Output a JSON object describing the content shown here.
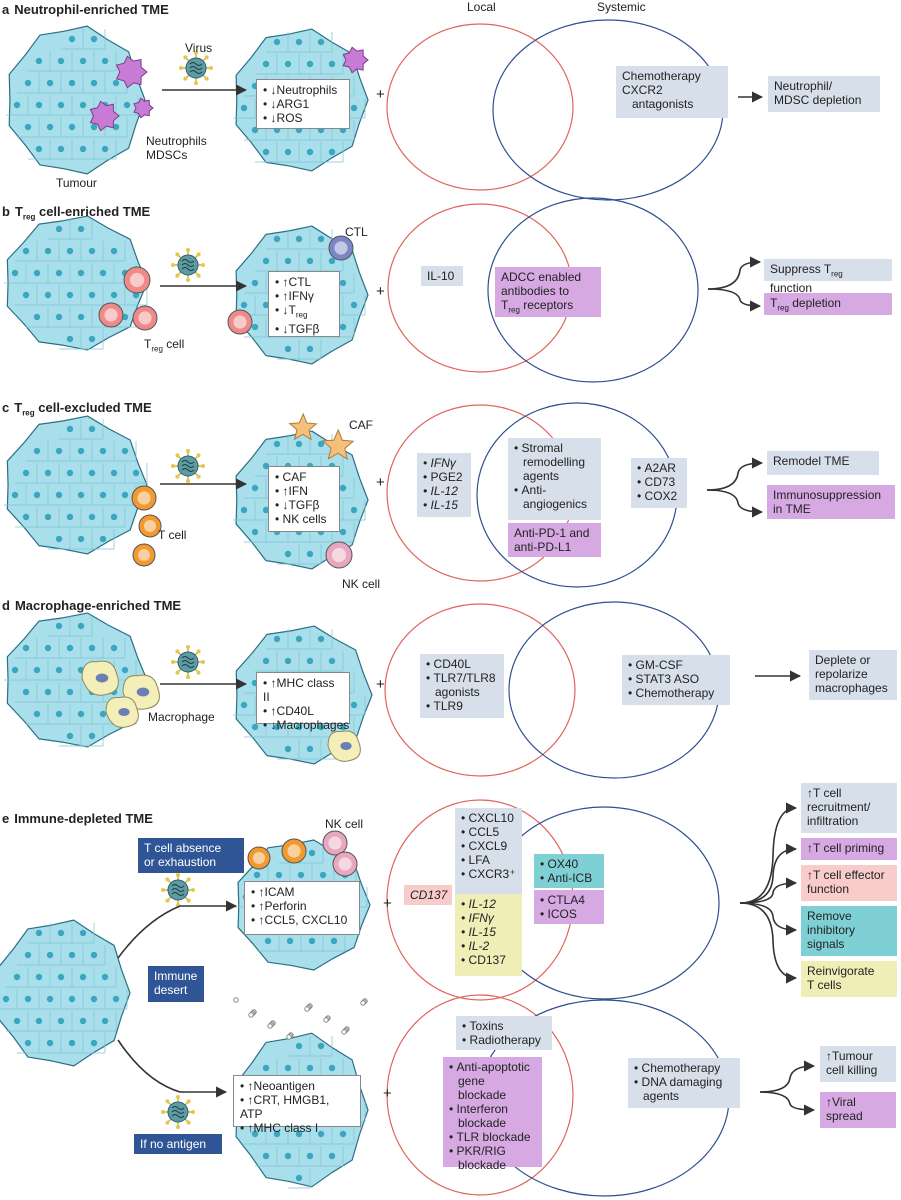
{
  "venn_headers": {
    "local": "Local",
    "systemic": "Systemic"
  },
  "plus": "+",
  "panel_a": {
    "letter": "a",
    "title": "Neutrophil-enriched TME",
    "labels": {
      "virus": "Virus",
      "neutrophils": "Neutrophils",
      "mdscs": "MDSCs",
      "tumour": "Tumour"
    },
    "effects": [
      "↓Neutrophils",
      "↓ARG1",
      "↓ROS"
    ],
    "systemic": [
      "Chemotherapy",
      "CXCR2",
      "antagonists"
    ],
    "outcome": [
      "Neutrophil/",
      "MDSC depletion"
    ]
  },
  "panel_b": {
    "letter": "b",
    "title_main": "T",
    "title_sub": "reg",
    "title_rest": " cell-enriched TME",
    "labels": {
      "ctl": "CTL",
      "treg_t": "T",
      "treg_sub": "reg",
      "treg_rest": " cell"
    },
    "effects": [
      {
        "t": "↑CTL"
      },
      {
        "t": "↑IFNγ"
      },
      {
        "t": "↓T",
        "sub": "reg"
      },
      {
        "t": "↓TGFβ"
      }
    ],
    "local": "IL-10",
    "overlap": [
      "ADCC enabled",
      "antibodies to",
      "T",
      "reg",
      " receptors"
    ],
    "outcomes": [
      {
        "pre": "Suppress T",
        "sub": "reg",
        "post": " function",
        "color": "blue"
      },
      {
        "pre": "T",
        "sub": "reg",
        "post": " depletion",
        "color": "purple"
      }
    ]
  },
  "panel_c": {
    "letter": "c",
    "title_main": "T",
    "title_sub": "reg",
    "title_rest": " cell-excluded TME",
    "labels": {
      "caf": "CAF",
      "tcell": "T cell",
      "nkcell": "NK cell"
    },
    "effects": [
      "CAF",
      "↑IFN",
      "↓TGFβ",
      "NK cells"
    ],
    "local": [
      "IFNγ",
      "PGE2",
      "IL-12",
      "IL-15"
    ],
    "overlap_blue": [
      "Stromal",
      "remodelling",
      "agents",
      "Anti-",
      "angiogenics"
    ],
    "overlap_purple": [
      "Anti-PD-1 and",
      "anti-PD-L1"
    ],
    "systemic": [
      "A2AR",
      "CD73",
      "COX2"
    ],
    "outcomes": [
      "Remodel TME",
      "Immunosuppression",
      "in TME"
    ]
  },
  "panel_d": {
    "letter": "d",
    "title": "Macrophage-enriched TME",
    "labels": {
      "macrophage": "Macrophage"
    },
    "effects": [
      "↑MHC class II",
      "↑CD40L",
      "↓Macrophages"
    ],
    "local": [
      "CD40L",
      "TLR7/TLR8",
      "agonists",
      "TLR9"
    ],
    "systemic": [
      "GM-CSF",
      "STAT3 ASO",
      "Chemotherapy"
    ],
    "outcome": [
      "Deplete or",
      "repolarize",
      "macrophages"
    ]
  },
  "panel_e": {
    "letter": "e",
    "title": "Immune-depleted TME",
    "labels": {
      "nkcell": "NK cell"
    },
    "tags": {
      "absence": [
        "T cell absence",
        "or exhaustion"
      ],
      "desert": [
        "Immune",
        "desert"
      ],
      "noantigen": "If no antigen"
    },
    "upper_effects": [
      "↑ICAM",
      "↑Perforin",
      "↑CCL5, CXCL10"
    ],
    "upper_local_pink": "CD137",
    "upper_local_blue": [
      "CXCL10",
      "CCL5",
      "CXCL9",
      "LFA",
      "CXCR3⁺"
    ],
    "upper_local_yellow": [
      "IL-12",
      "IFNγ",
      "IL-15",
      "IL-2",
      "CD137"
    ],
    "upper_overlap_teal": [
      "OX40",
      "Anti-ICB"
    ],
    "upper_overlap_purple": [
      "CTLA4",
      "ICOS"
    ],
    "upper_outcomes": {
      "o1": [
        "↑T cell",
        "recruitment/",
        "infiltration"
      ],
      "o2": "↑T cell priming",
      "o3": [
        "↑T cell effector",
        "function"
      ],
      "o4": [
        "Remove",
        "inhibitory",
        "signals"
      ],
      "o5": [
        "Reinvigorate",
        "T cells"
      ]
    },
    "lower_effects": [
      "↑Neoantigen",
      "↑CRT, HMGB1, ATP",
      "↑MHC class I"
    ],
    "lower_local_blue": [
      "Toxins",
      "Radiotherapy"
    ],
    "lower_local_purple": [
      "Anti-apoptotic",
      "gene blockade",
      "Interferon",
      "blockade",
      "TLR blockade",
      "PKR/RIG",
      "blockade"
    ],
    "lower_systemic": [
      "Chemotherapy",
      "DNA damaging",
      "agents"
    ],
    "lower_outcomes": {
      "o1": [
        "↑Tumour",
        "cell killing"
      ],
      "o2": [
        "↑Viral",
        "spread"
      ]
    }
  },
  "colors": {
    "tumour": "#a9dfea",
    "tumour_stroke": "#2b6f86",
    "nucleus": "#3aa6bf",
    "local_circle": "#e0655b",
    "systemic_circle": "#2f4f8f",
    "virus": "#5e9ca4",
    "neutrophil": "#c77bd6",
    "treg": "#f08a8a",
    "tcell": "#f29a2e",
    "caf": "#f5c17a",
    "macrophage": "#f4efb8",
    "nk": "#e8a7bf"
  }
}
